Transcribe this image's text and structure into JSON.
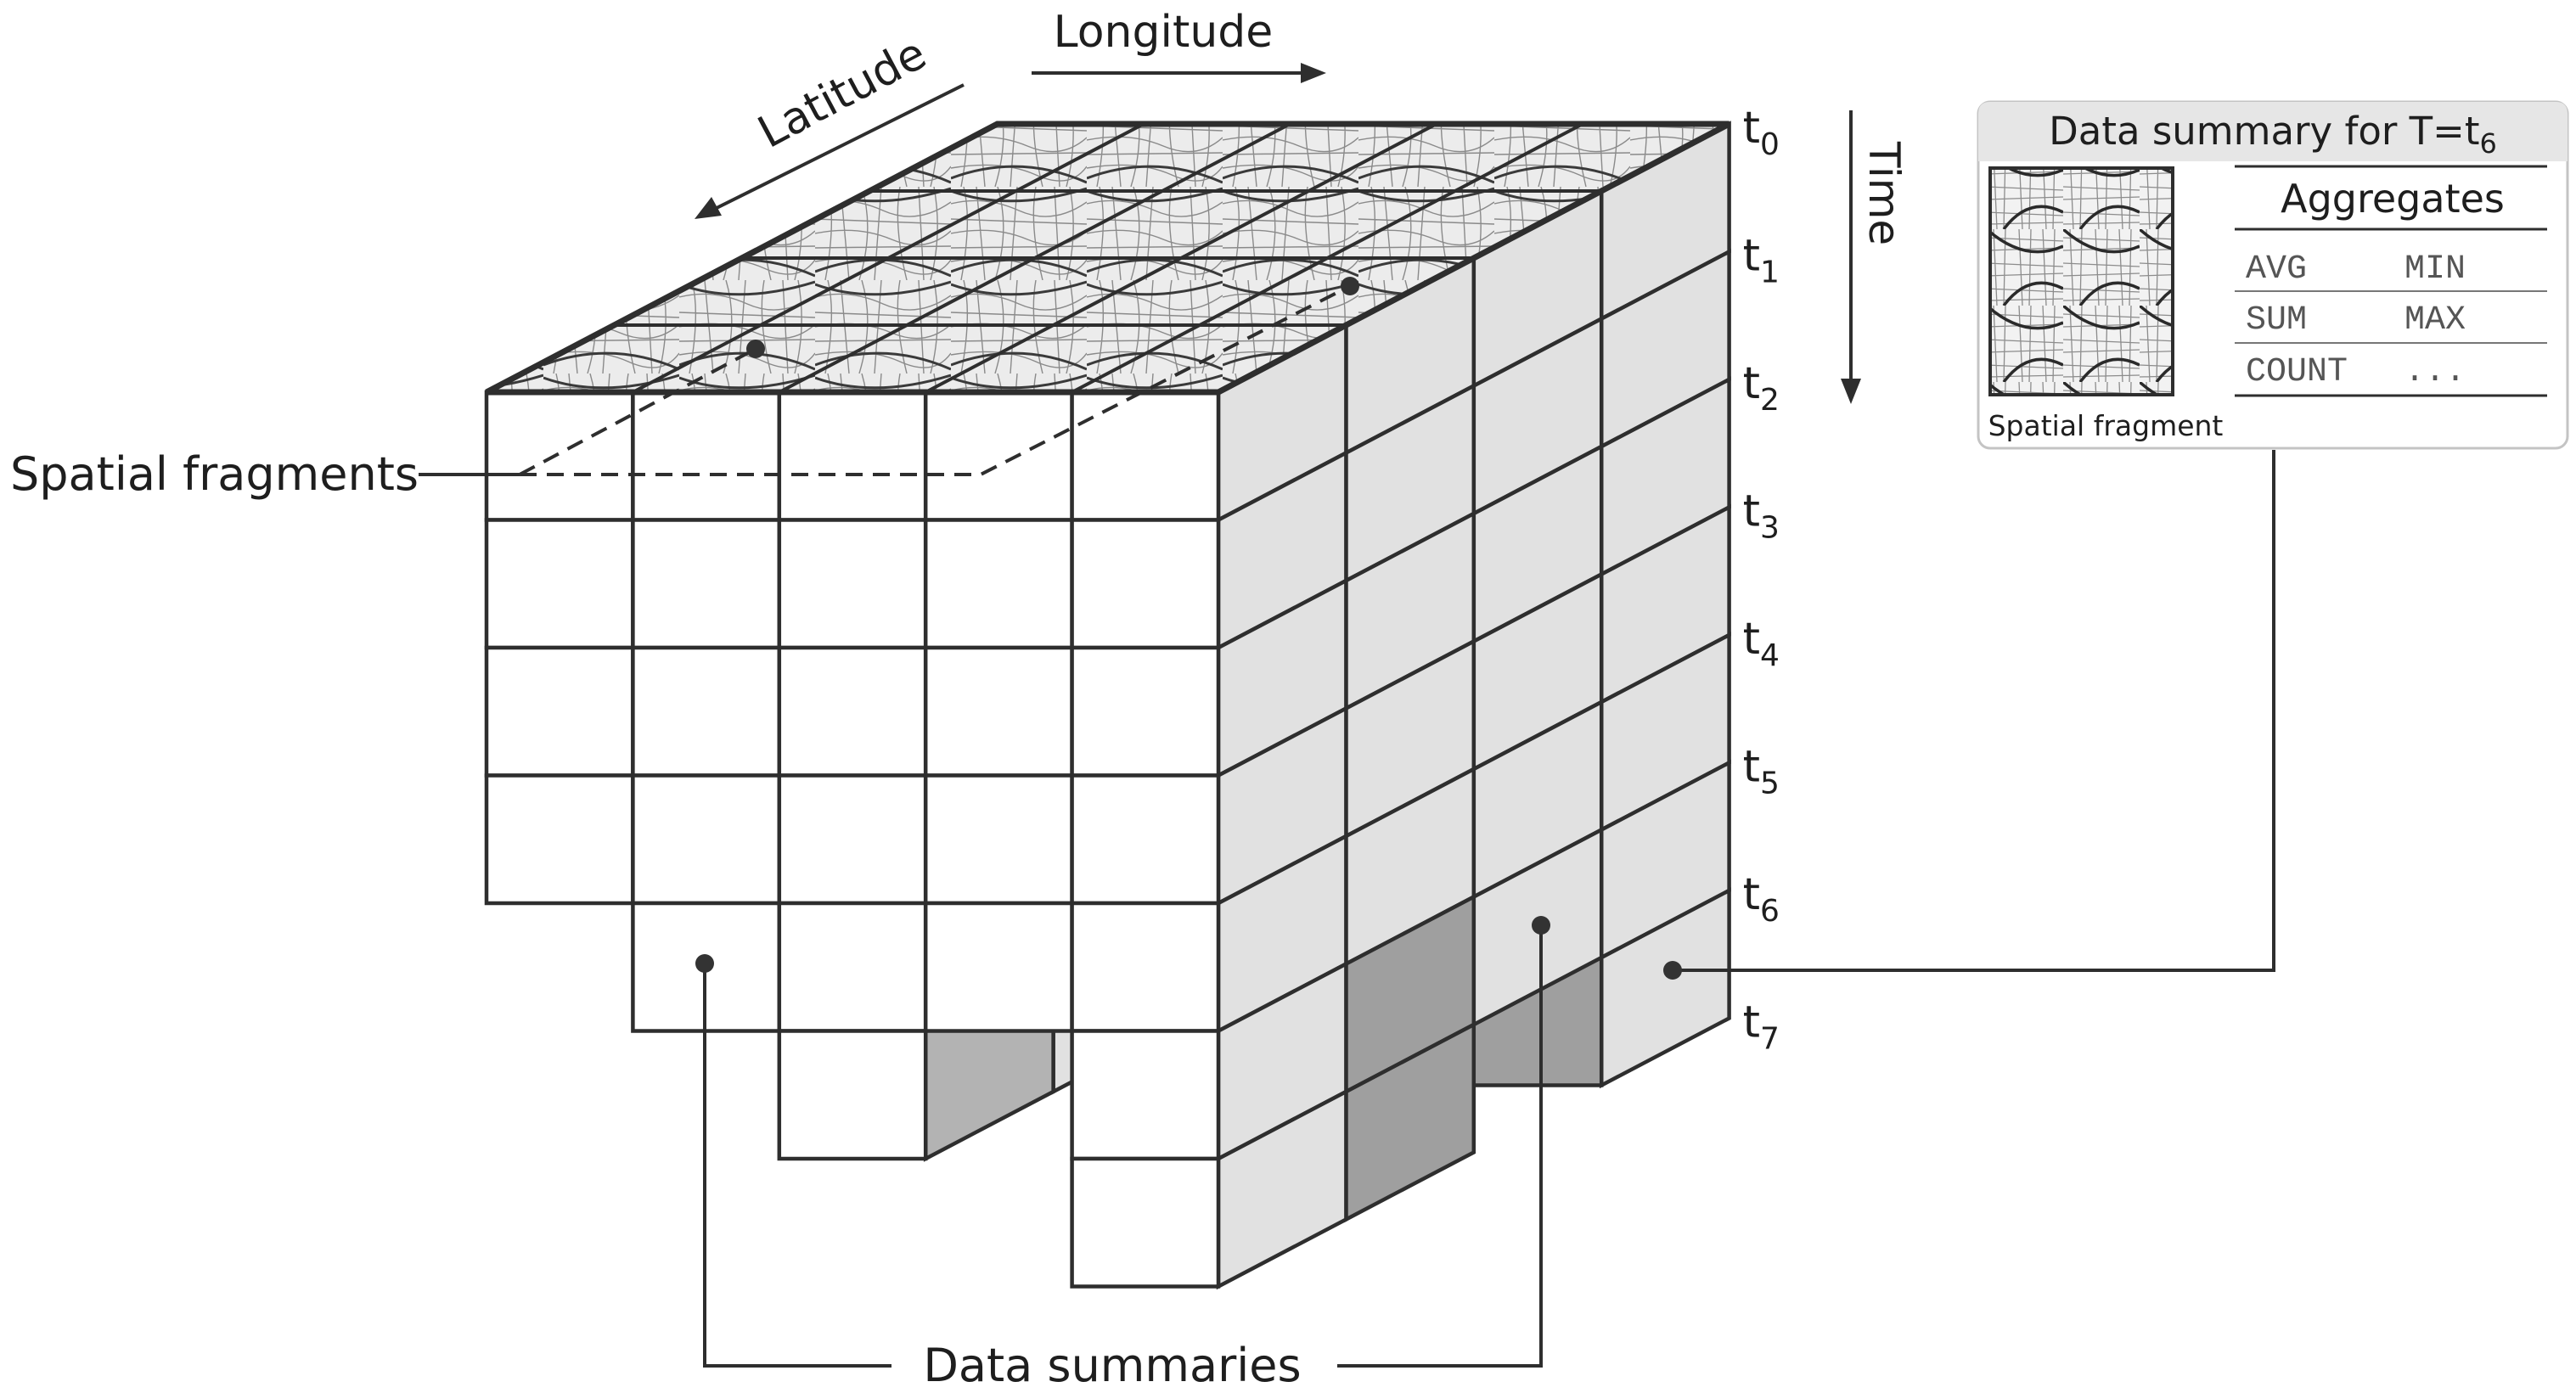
{
  "axes": {
    "longitude": "Longitude",
    "latitude": "Latitude",
    "time": "Time"
  },
  "time_steps": [
    {
      "base": "t",
      "sub": "0"
    },
    {
      "base": "t",
      "sub": "1"
    },
    {
      "base": "t",
      "sub": "2"
    },
    {
      "base": "t",
      "sub": "3"
    },
    {
      "base": "t",
      "sub": "4"
    },
    {
      "base": "t",
      "sub": "5"
    },
    {
      "base": "t",
      "sub": "6"
    },
    {
      "base": "t",
      "sub": "7"
    }
  ],
  "labels": {
    "spatial_fragments": "Spatial fragments",
    "data_summaries": "Data summaries"
  },
  "summary_box": {
    "title_prefix": "Data summary for T=",
    "title_var": "t",
    "title_sub": "6",
    "aggregates_heading": "Aggregates",
    "aggregates": [
      [
        "AVG",
        "MIN"
      ],
      [
        "SUM",
        "MAX"
      ],
      [
        "COUNT",
        "..."
      ]
    ],
    "fragment_caption": "Spatial fragment"
  },
  "colors": {
    "line": "#2e2e2e",
    "front_face": "#ffffff",
    "side_face": "#e1e1e1",
    "shaded_light": "#c8c8c8",
    "shaded_mid": "#b3b3b3",
    "shaded_dark": "#9f9f9f",
    "map_base": "#e9e9e9",
    "map_roads": "#7a7a7a"
  }
}
